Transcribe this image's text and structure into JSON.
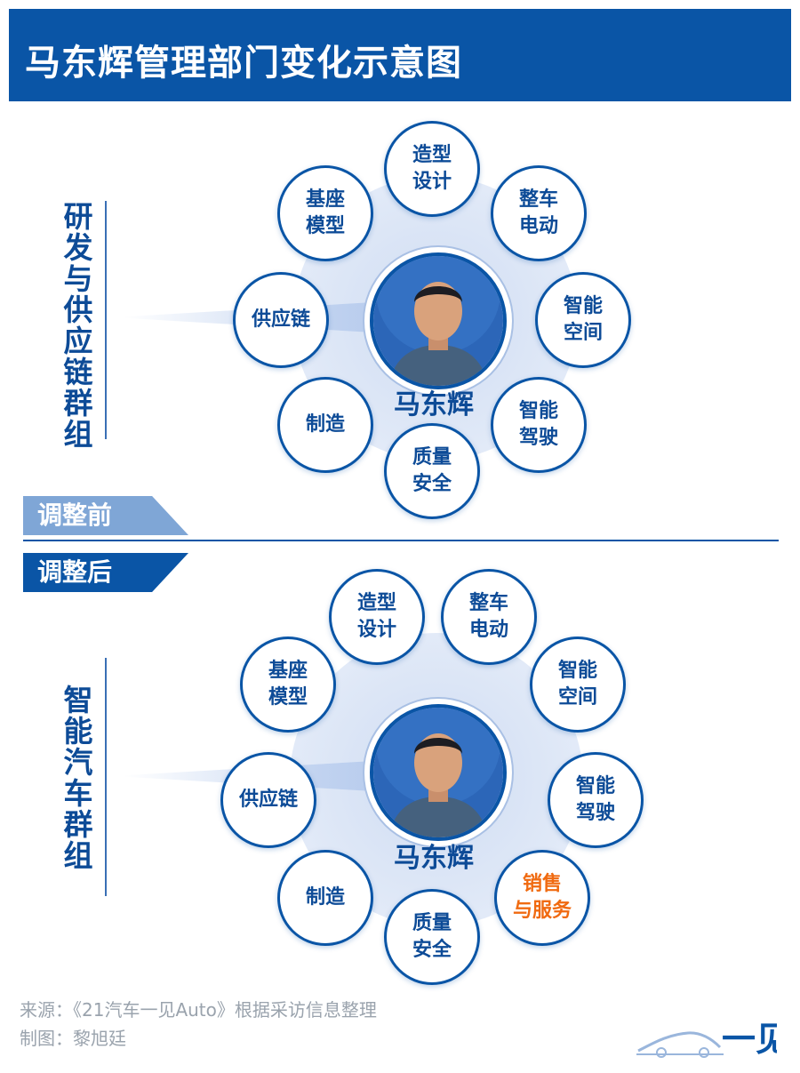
{
  "title": "马东辉管理部门变化示意图",
  "before": {
    "badge": "调整前",
    "group": "研发与供应链群组",
    "center": "马东辉",
    "nodes": [
      {
        "label": "造型\n设计"
      },
      {
        "label": "整车\n电动"
      },
      {
        "label": "智能\n空间"
      },
      {
        "label": "智能\n驾驶"
      },
      {
        "label": "质量\n安全"
      },
      {
        "label": "制造"
      },
      {
        "label": "供应链"
      },
      {
        "label": "基座\n模型"
      }
    ]
  },
  "after": {
    "badge": "调整后",
    "group": "智能汽车群组",
    "center": "马东辉",
    "nodes": [
      {
        "label": "造型\n设计"
      },
      {
        "label": "整车\n电动"
      },
      {
        "label": "智能\n空间"
      },
      {
        "label": "智能\n驾驶"
      },
      {
        "label": "销售\n与服务",
        "highlight": true
      },
      {
        "label": "质量\n安全"
      },
      {
        "label": "制造"
      },
      {
        "label": "供应链"
      },
      {
        "label": "基座\n模型"
      }
    ]
  },
  "source": "来源：《21汽车一见Auto》根据采访信息整理",
  "credit": "制图：黎旭廷",
  "logo_text": "一见",
  "colors": {
    "primary": "#0a55a6",
    "highlight": "#f06a10",
    "light": "#7fa6d6"
  }
}
